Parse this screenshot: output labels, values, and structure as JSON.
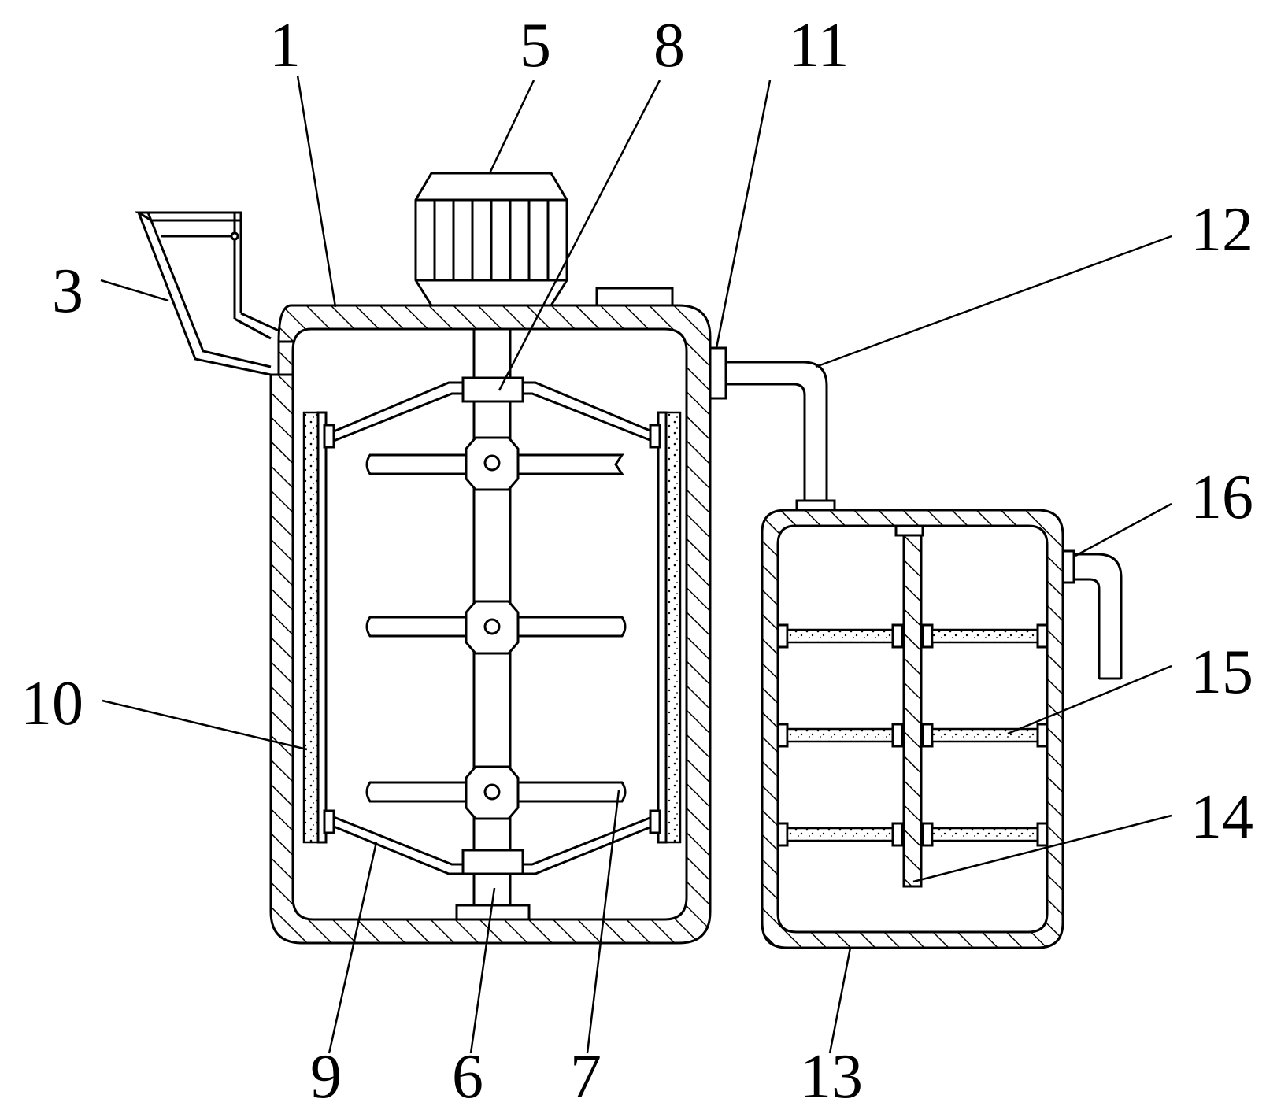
{
  "labels": {
    "l1": "1",
    "l3": "3",
    "l5": "5",
    "l6": "6",
    "l7": "7",
    "l8": "8",
    "l9": "9",
    "l10": "10",
    "l11": "11",
    "l12": "12",
    "l13": "13",
    "l14": "14",
    "l15": "15",
    "l16": "16"
  },
  "colors": {
    "line": "#000000",
    "background": "#ffffff"
  }
}
